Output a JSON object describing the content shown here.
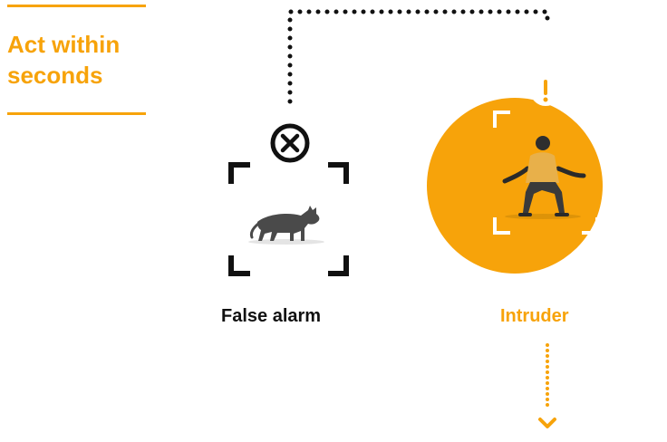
{
  "sidebar": {
    "heading_line1": "Act within",
    "heading_line2": "seconds"
  },
  "outcomes": {
    "false_alarm": {
      "label": "False alarm",
      "icon": "dismiss-x-icon",
      "subject": "cat"
    },
    "intruder": {
      "label": "Intruder",
      "icon": "alert-exclamation-icon",
      "subject": "person"
    }
  },
  "colors": {
    "accent": "#f7a30a",
    "text_dark": "#111111",
    "background": "#ffffff",
    "connector_dark": "#111111"
  }
}
